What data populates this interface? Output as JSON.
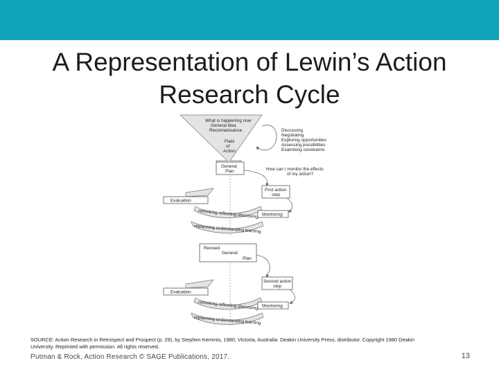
{
  "slide": {
    "title_line1": "A Representation of Lewin’s Action",
    "title_line2": "Research Cycle",
    "source_line1": "SOURCE: Action Research in Retrospect and Prospect (p. 29), by Stephen Kemmis, 1980, Victoria, Australia: Deakin University Press, distributor. Copyright 1980 Deakin",
    "source_line2": "University. Reprinted with permission. All rights reserved.",
    "footer": "Putman & Rock, Action Research © SAGE Publications, 2017.",
    "page_number": "13",
    "accent_color": "#0fa3b9"
  },
  "diagram": {
    "field_top": [
      "What is happening now",
      "General idea",
      "Reconnaissance"
    ],
    "field_label": [
      "Field",
      "of",
      "Action"
    ],
    "recon_list": [
      "Discussing",
      "Negotiating",
      "Exploring opportunities",
      "Assessing possibilities",
      "Examining constraints"
    ],
    "general_plan": [
      "General",
      "Plan"
    ],
    "monitor_question": [
      "How can I monitor the effects",
      "of my action?"
    ],
    "first_action": [
      "First action",
      "step"
    ],
    "evaluation_1": "Evaluation",
    "arc_upper_1": "rethinking reflecting discussing",
    "monitoring_1": "Monitoring",
    "arc_lower_1": "replanning understanding learning",
    "revised_plan": [
      "Revised",
      "General",
      "Plan"
    ],
    "second_action": [
      "Second action",
      "step"
    ],
    "evaluation_2": "Evaluation",
    "arc_upper_2": "rethinking reflecting discussing",
    "monitoring_2": "Monitoring",
    "arc_lower_2": "replanning understanding learning"
  }
}
